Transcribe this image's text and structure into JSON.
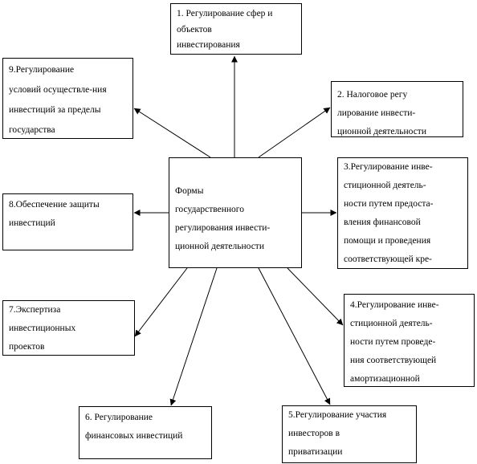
{
  "diagram": {
    "center": {
      "text": "Формы\nгосударственного\nрегулирования инвести-\nционной деятельности"
    },
    "boxes": [
      {
        "id": "1",
        "text": "1. Регулирование сфер и\nобъектов\nинвестирования"
      },
      {
        "id": "2",
        "text": "2. Налоговое регу\nлирование инвести-\nционной деятельности"
      },
      {
        "id": "3",
        "text": "3.Регулирование инве-\nстиционной деятель-\nности путем предоста-\nвления финансовой\nпомощи и проведения\nсоответствующей кре-"
      },
      {
        "id": "4",
        "text": "4.Регулирование инве-\nстиционной деятель-\nности путем проведе-\nния соответствующей\nамортизационной"
      },
      {
        "id": "5",
        "text": "5.Регулирование участия\nинвесторов в\nприватизации"
      },
      {
        "id": "6",
        "text": "6. Регулирование\nфинансовых инвестиций"
      },
      {
        "id": "7",
        "text": "7.Экспертиза\nинвестиционных\nпроектов"
      },
      {
        "id": "8",
        "text": "8.Обеспечение защиты\nинвестиций"
      },
      {
        "id": "9",
        "text": "9.Регулирование\nусловий осуществле-ния\nинвестиций за пределы\nгосударства"
      }
    ],
    "colors": {
      "line": "#000000",
      "background": "#ffffff"
    }
  }
}
